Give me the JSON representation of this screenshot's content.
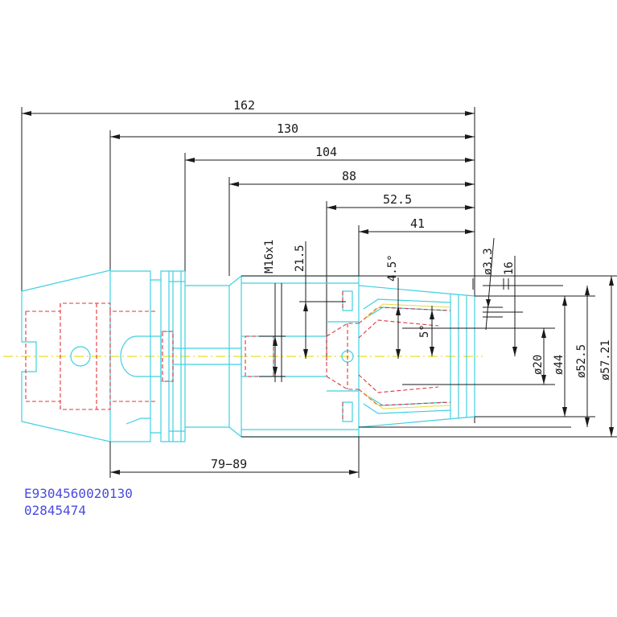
{
  "dimensions": {
    "overall": "162",
    "flange_to_end": "130",
    "d104": "104",
    "d88": "88",
    "d52_5": "52.5",
    "d41": "41",
    "thread": "M16x1",
    "d21_5": "21.5",
    "angle_outer": "4.5°",
    "angle_inner": "5°",
    "dia_3_3": "ø3.3",
    "d16": "16",
    "dia_20": "ø20",
    "dia_44": "ø44",
    "dia_52_5": "ø52.5",
    "dia_57_21": "ø57.21",
    "range_79_89": "79−89"
  },
  "caption": {
    "part_number": "E9304560020130",
    "code": "02845474"
  },
  "colors": {
    "outline": "#3fd0e0",
    "hidden": "#e0353a",
    "dimension": "#1a1a1a",
    "centerline": "#e8e020",
    "caption": "#4a4ae0"
  }
}
